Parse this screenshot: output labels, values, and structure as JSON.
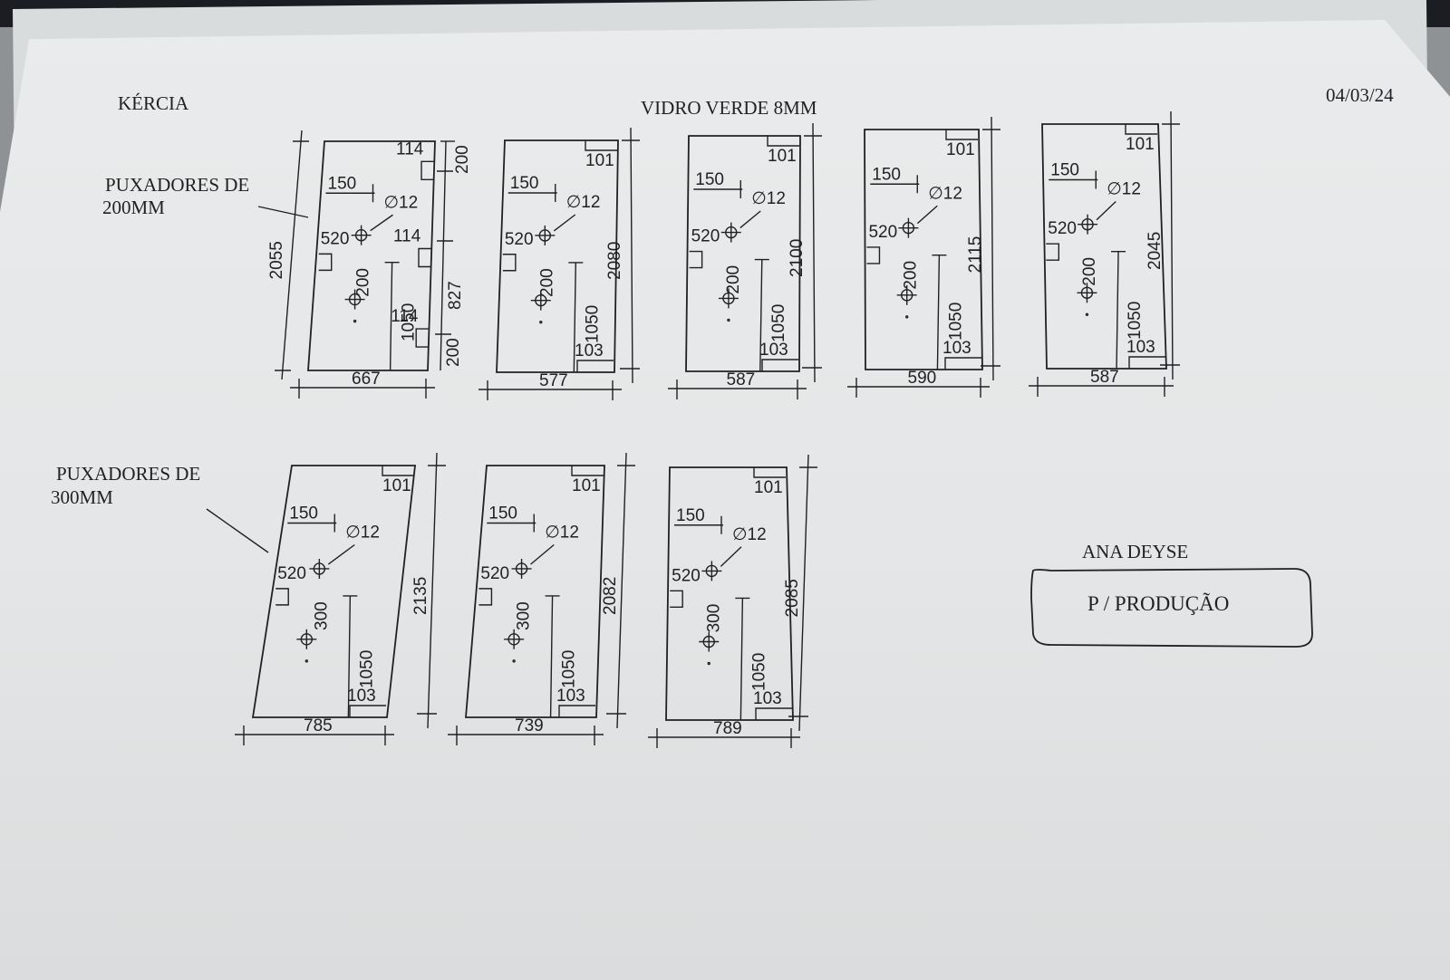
{
  "header": {
    "client": "KÉRCIA",
    "material": "VIDRO VERDE 8MM",
    "date": "04/03/24"
  },
  "groups": [
    {
      "label_line1": "PUXADORES DE",
      "label_line2": "200MM"
    },
    {
      "label_line1": "PUXADORES DE",
      "label_line2": "300MM"
    }
  ],
  "panels": [
    {
      "width": "667",
      "height": "2055",
      "handle_spacing": "200",
      "offset_150": "150",
      "hole_dia": "∅12",
      "dist_520": "520",
      "dist_1050": "1050",
      "special": {
        "top_notch": "114",
        "mid_notch": "114",
        "bottom_notch": "114",
        "top_edge": "200",
        "mid_span": "827",
        "bottom_edge": "200"
      }
    },
    {
      "width": "577",
      "height": "2080",
      "handle_spacing": "200",
      "offset_150": "150",
      "hole_dia": "∅12",
      "dist_520": "520",
      "dist_1050": "1050",
      "corner_top": "101",
      "corner_bottom": "103"
    },
    {
      "width": "587",
      "height": "2100",
      "handle_spacing": "200",
      "offset_150": "150",
      "hole_dia": "∅12",
      "dist_520": "520",
      "dist_1050": "1050",
      "corner_top": "101",
      "corner_bottom": "103"
    },
    {
      "width": "590",
      "height": "2115",
      "handle_spacing": "200",
      "offset_150": "150",
      "hole_dia": "∅12",
      "dist_520": "520",
      "dist_1050": "1050",
      "corner_top": "101",
      "corner_bottom": "103"
    },
    {
      "width": "587",
      "height": "2045",
      "handle_spacing": "200",
      "offset_150": "150",
      "hole_dia": "∅12",
      "dist_520": "520",
      "dist_1050": "1050",
      "corner_top": "101",
      "corner_bottom": "103"
    },
    {
      "width": "785",
      "height": "2135",
      "handle_spacing": "300",
      "offset_150": "150",
      "hole_dia": "∅12",
      "dist_520": "520",
      "dist_1050": "1050",
      "corner_top": "101",
      "corner_bottom": "103"
    },
    {
      "width": "739",
      "height": "2082",
      "handle_spacing": "300",
      "offset_150": "150",
      "hole_dia": "∅12",
      "dist_520": "520",
      "dist_1050": "1050",
      "corner_top": "101",
      "corner_bottom": "103"
    },
    {
      "width": "789",
      "height": "2085",
      "handle_spacing": "300",
      "offset_150": "150",
      "hole_dia": "∅12",
      "dist_520": "520",
      "dist_1050": "1050",
      "corner_top": "101",
      "corner_bottom": "103"
    }
  ],
  "stamp": {
    "name": "ANA DEYSE",
    "destination": "P / PRODUÇÃO"
  }
}
